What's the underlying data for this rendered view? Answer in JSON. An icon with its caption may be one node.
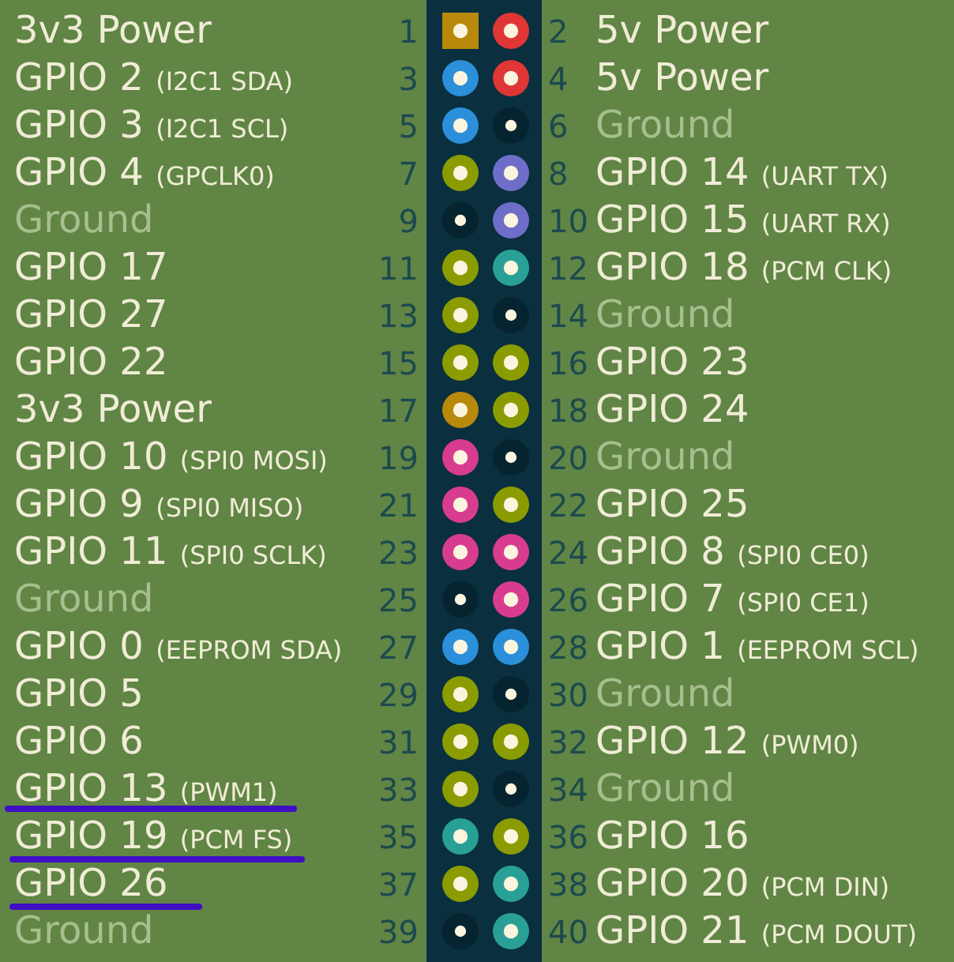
{
  "diagram": {
    "labels": [
      "3v3 Power",
      "1",
      "2",
      "5v Power",
      "GPIO 2",
      "(I2C1 SDA)",
      "3",
      "4",
      "5v Power",
      "GPIO 3",
      "(I2C1 SCL)",
      "5",
      "6",
      "Ground",
      "GPIO 4",
      "(GPCLK0)",
      "7",
      "8",
      "GPIO 14",
      "(UART TX)",
      "Ground",
      "9",
      "10",
      "GPIO 15",
      "(UART RX)",
      "GPIO 17",
      "11",
      "12",
      "GPIO 18",
      "(PCM CLK)",
      "GPIO 27",
      "13",
      "14",
      "Ground",
      "GPIO 22",
      "15",
      "16",
      "GPIO 23",
      "3v3 Power",
      "17",
      "18",
      "GPIO 24",
      "GPIO 10",
      "(SPI0 MOSI)",
      "19",
      "20",
      "Ground",
      "GPIO 9",
      "(SPI0 MISO)",
      "21",
      "22",
      "GPIO 25",
      "GPIO 11",
      "(SPI0 SCLK)",
      "23",
      "24",
      "GPIO 8",
      "(SPI0 CE0)",
      "Ground",
      "25",
      "26",
      "GPIO 7",
      "(SPI0 CE1)",
      "GPIO 0",
      "(EEPROM SDA)",
      "27",
      "28",
      "GPIO 1",
      "(EEPROM SCL)",
      "GPIO 5",
      "29",
      "30",
      "Ground",
      "GPIO 6",
      "31",
      "32",
      "GPIO 12",
      "(PWM0)",
      "GPIO 13",
      "(PWM1)",
      "33",
      "34",
      "Ground",
      "GPIO 19",
      "(PCM FS)",
      "35",
      "36",
      "GPIO 16",
      "GPIO 26",
      "37",
      "38",
      "GPIO 20",
      "(PCM DIN)",
      "Ground",
      "39",
      "40",
      "GPIO 21",
      "(PCM DOUT)"
    ]
  }
}
